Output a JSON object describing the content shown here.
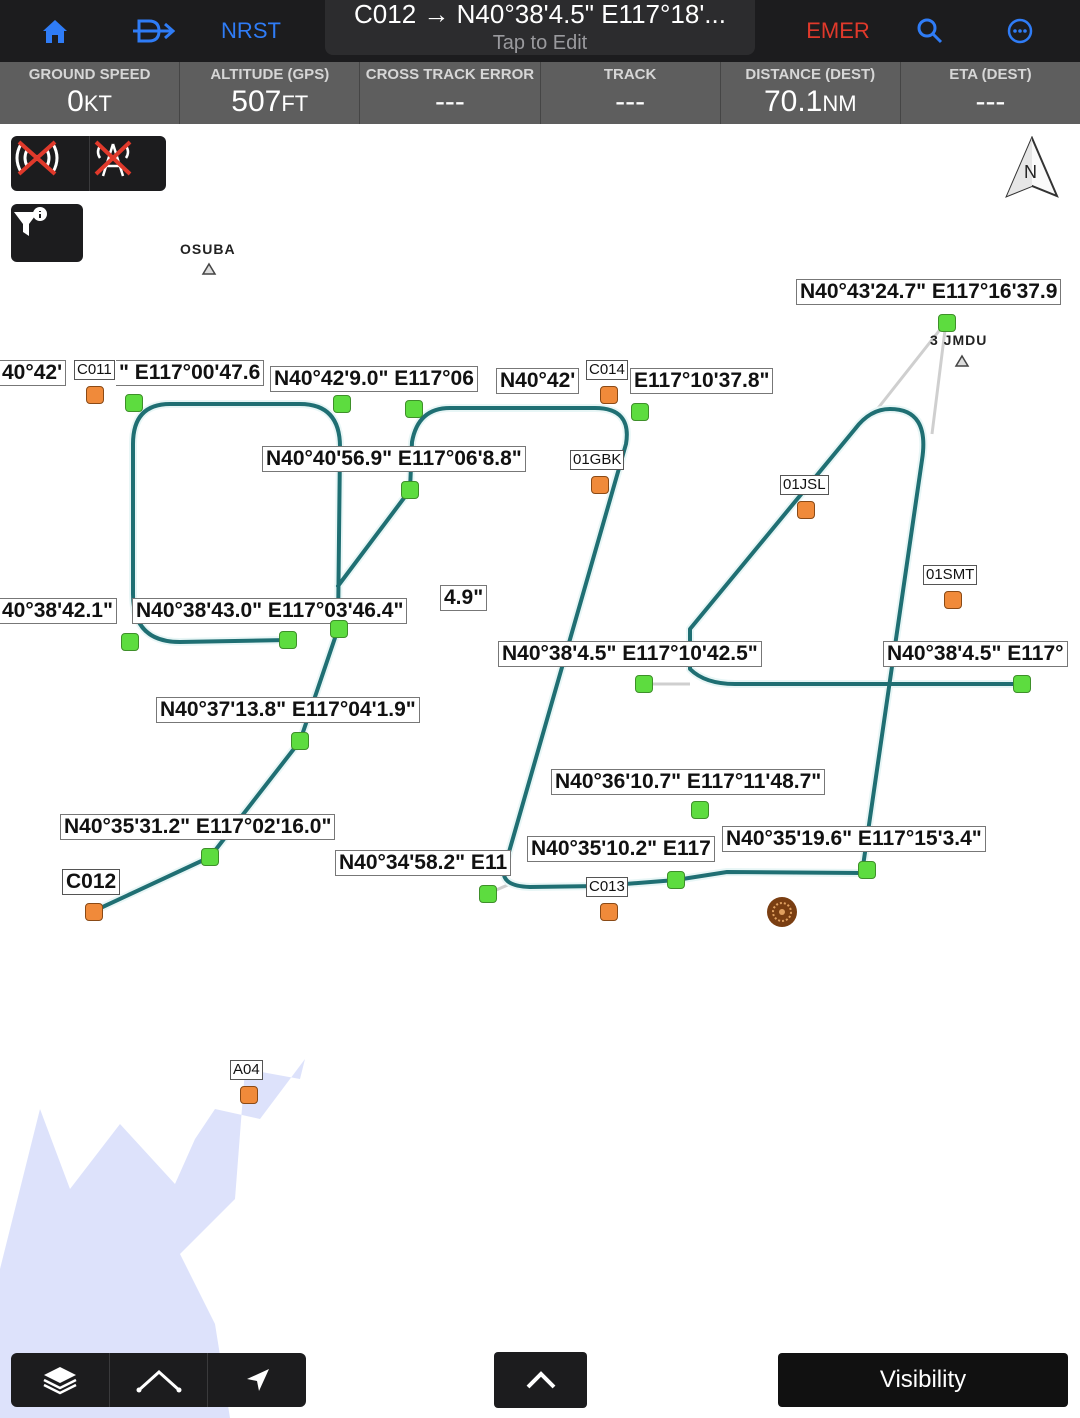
{
  "topbar": {
    "nrst_label": "NRST",
    "route": "C012 → N40°38'4.5\" E117°18'...",
    "route_hint": "Tap to Edit",
    "emer_label": "EMER"
  },
  "datastrip": [
    {
      "label": "GROUND SPEED",
      "value": "0",
      "unit": "KT"
    },
    {
      "label": "ALTITUDE (GPS)",
      "value": "507",
      "unit": "FT"
    },
    {
      "label": "CROSS TRACK ERROR",
      "value": "---",
      "unit": ""
    },
    {
      "label": "TRACK",
      "value": "---",
      "unit": ""
    },
    {
      "label": "DISTANCE (DEST)",
      "value": "70.1",
      "unit": "NM"
    },
    {
      "label": "ETA (DEST)",
      "value": "---",
      "unit": ""
    }
  ],
  "map": {
    "compass_label": "N",
    "airports": [
      "OSUBA",
      "3 JMDU"
    ],
    "waypoint_ids": [
      "C011",
      "C014",
      "01GBK",
      "01JSL",
      "01SMT",
      "C013",
      "A04",
      "C012"
    ],
    "coordinates": [
      "40°42'",
      "\" E117°00'47.6",
      "N40°42'9.0\" E117°06",
      "N40°42'",
      "E117°10'37.8\"",
      "N40°43'24.7\" E117°16'37.9",
      "N40°40'56.9\" E117°06'8.8\"",
      "40°38'42.1\"",
      "N40°38'43.0\" E117°03'46.4\"",
      "4.9\"",
      "N40°38'4.5\" E117°10'42.5\"",
      "N40°38'4.5\" E117°",
      "N40°37'13.8\" E117°04'1.9\"",
      "N40°36'10.7\" E117°11'48.7\"",
      "N40°35'31.2\" E117°02'16.0\"",
      "N40°35'10.2\" E117",
      "N40°35'19.6\" E117°15'3.4\"",
      "N40°34'58.2\" E11"
    ]
  },
  "controls": {
    "visibility_label": "Visibility"
  },
  "colors": {
    "route_line": "#1f6f73",
    "route_outline": "#e8f6f6",
    "active_waypoint": "#5ddc3f",
    "user_waypoint": "#f08a3a",
    "link_blue": "#2f7cf6",
    "emergency": "#e0392b",
    "water": "#dde2fb"
  }
}
